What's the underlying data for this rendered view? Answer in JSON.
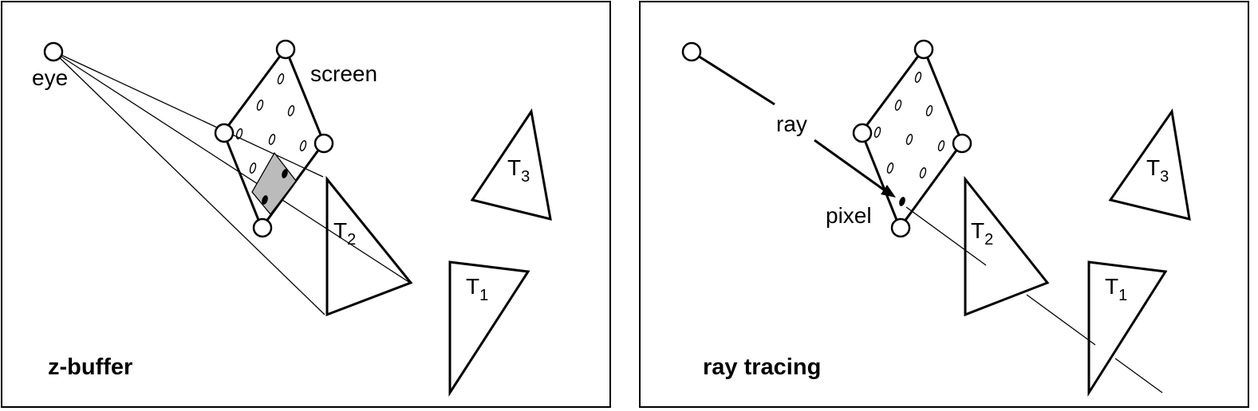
{
  "panels": [
    {
      "caption": "z-buffer",
      "labels": {
        "eye": "eye",
        "screen": "screen"
      },
      "triangles": [
        {
          "letter": "T",
          "index": "1"
        },
        {
          "letter": "T",
          "index": "2"
        },
        {
          "letter": "T",
          "index": "3"
        }
      ]
    },
    {
      "caption": "ray tracing",
      "labels": {
        "ray": "ray",
        "pixel": "pixel"
      },
      "triangles": [
        {
          "letter": "T",
          "index": "1"
        },
        {
          "letter": "T",
          "index": "2"
        },
        {
          "letter": "T",
          "index": "3"
        }
      ]
    }
  ],
  "colors": {
    "stroke": "#000000",
    "highlighted_pixels": "#bbbbbb",
    "background": "#ffffff"
  }
}
